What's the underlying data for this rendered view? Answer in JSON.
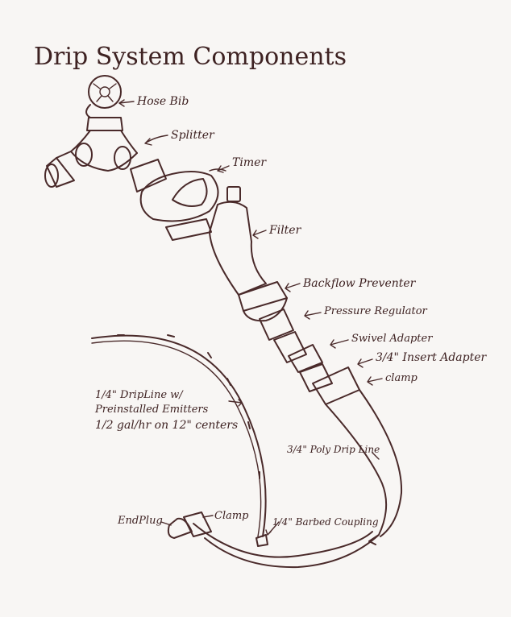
{
  "title": "Drip System Components",
  "labels": {
    "hose_bib": "Hose Bib",
    "splitter": "Splitter",
    "timer": "Timer",
    "filter": "Filter",
    "backflow_preventer": "Backflow Preventer",
    "pressure_regulator": "Pressure Regulator",
    "swivel_adapter": "Swivel Adapter",
    "insert_adapter": "3/4\" Insert Adapter",
    "clamp_upper": "clamp",
    "dripline_1": "1/4\" DripLine w/",
    "dripline_2": "Preinstalled Emitters",
    "dripline_3": "1/2 gal/hr on 12\" centers",
    "poly_dripline": "3/4\" Poly Drip Line",
    "end_plug": "EndPlug",
    "clamp_lower": "Clamp",
    "barbed_coupling": "1/4\" Barbed Coupling"
  },
  "colors": {
    "ink": "#4a2a2a",
    "paper": "#f8f6f4"
  }
}
